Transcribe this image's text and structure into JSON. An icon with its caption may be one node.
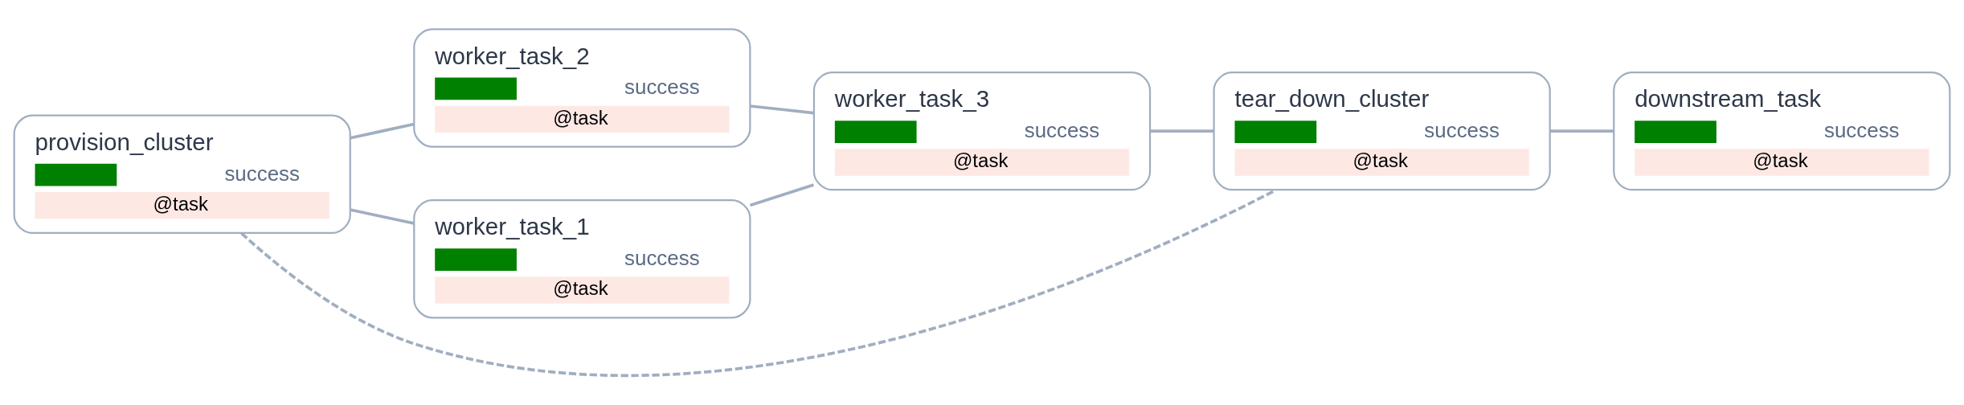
{
  "diagram": {
    "nodes": [
      {
        "text": [
          "provision_cluster",
          "success",
          "@task"
        ]
      },
      {
        "text": [
          "worker_task_2",
          "success",
          "@task"
        ]
      },
      {
        "text": [
          "worker_task_1",
          "success",
          "@task"
        ]
      },
      {
        "text": [
          "worker_task_3",
          "success",
          "@task"
        ]
      },
      {
        "text": [
          "tear_down_cluster",
          "success",
          "@task"
        ]
      },
      {
        "text": [
          "downstream_task",
          "success",
          "@task"
        ]
      }
    ],
    "edges": [
      {
        "from": 0,
        "to": 1,
        "arrow": "none"
      },
      {
        "from": 0,
        "to": 2,
        "arrow": "none"
      },
      {
        "from": 1,
        "to": 3,
        "arrow": "none"
      },
      {
        "from": 2,
        "to": 3,
        "arrow": "none"
      },
      {
        "from": 3,
        "to": 4,
        "arrow": "none"
      },
      {
        "from": 0,
        "to": 4,
        "arrow": "none",
        "style": "dashed"
      },
      {
        "from": 4,
        "to": 5,
        "arrow": "none"
      }
    ]
  }
}
